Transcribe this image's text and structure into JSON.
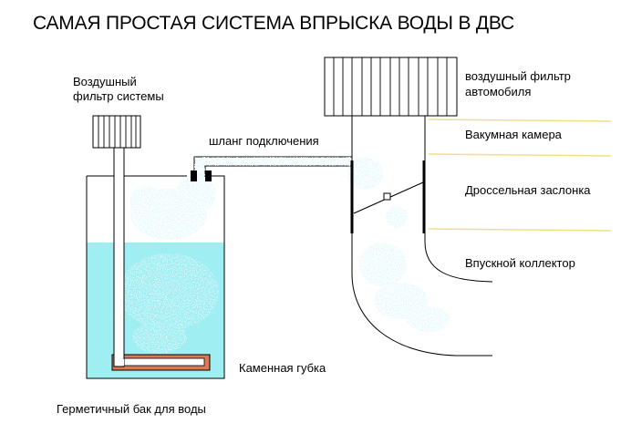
{
  "title": "САМАЯ ПРОСТАЯ СИСТЕМА ВПРЫСКА ВОДЫ В ДВС",
  "labels": {
    "system_filter_line1": "Воздушный",
    "system_filter_line2": "фильтр системы",
    "hose": "шланг подключения",
    "car_filter_line1": "воздушный фильтр",
    "car_filter_line2": "автомобиля",
    "vacuum_chamber": "Вакумная камера",
    "throttle": "Дроссельная заслонка",
    "intake_manifold": "Впускной коллектор",
    "stone_sponge": "Каменная губка",
    "tank": "Герметичный бак для воды"
  },
  "colors": {
    "water": "#9feef2",
    "mist": "#bff0f4",
    "sponge": "#d97a52",
    "guide_lines": "#f0e08a",
    "throttle_walls": "#000000",
    "hose_fill": "#ffffff"
  }
}
